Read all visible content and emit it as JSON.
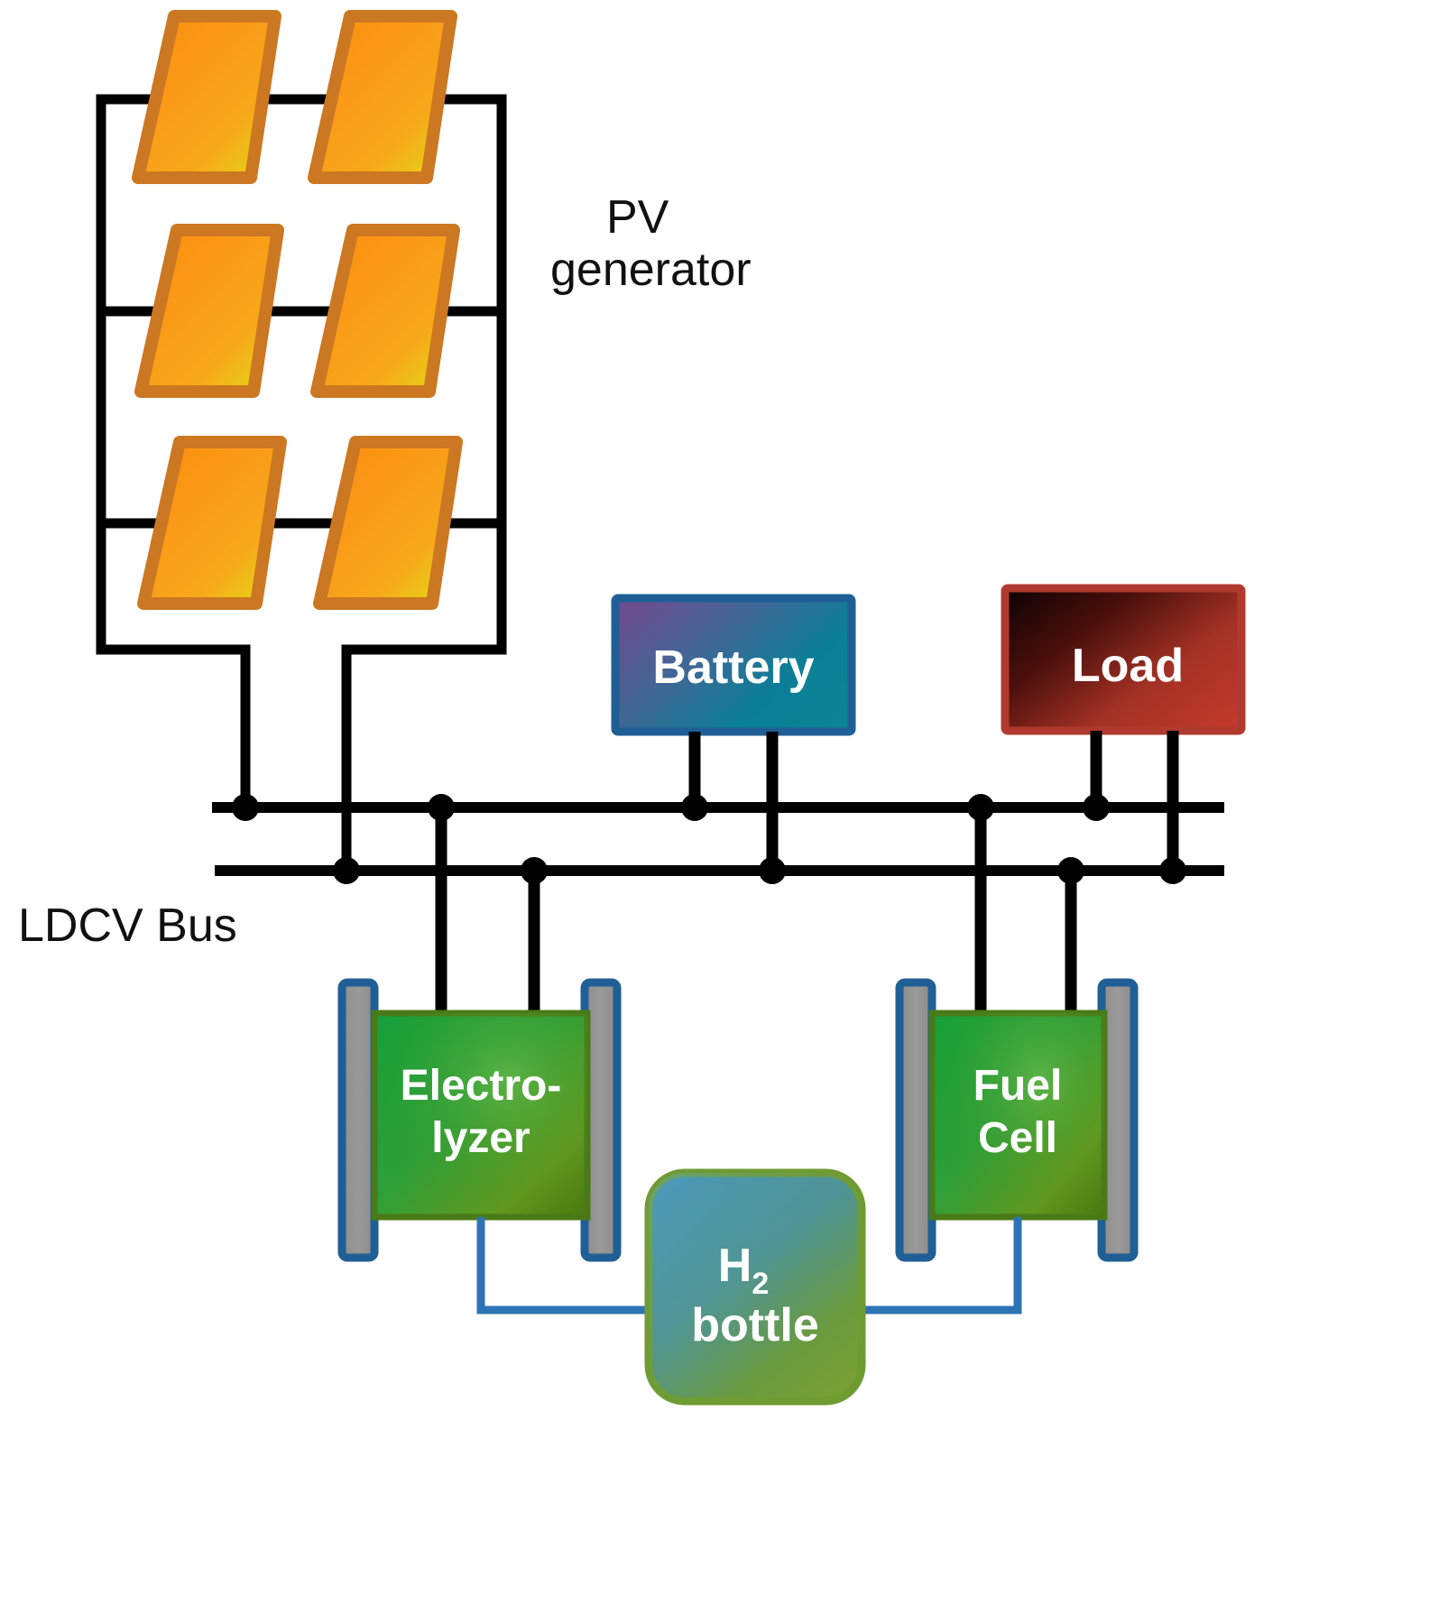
{
  "diagram": {
    "title": "PV hydrogen microgrid single-line diagram",
    "background": "#ffffff"
  },
  "labels": {
    "pv_generator_line1": "PV",
    "pv_generator_line2": "generator",
    "bus": "LDCV Bus",
    "battery": "Battery",
    "load": "Load",
    "electrolyzer_line1": "Electro-",
    "electrolyzer_line2": "lyzer",
    "fuel_cell_line1": "Fuel",
    "fuel_cell_line2": "Cell",
    "h2_bottle_line1_main": "H",
    "h2_bottle_line1_sub": "2",
    "h2_bottle_line2": "bottle"
  },
  "colors": {
    "wire": "#000000",
    "pv_panel_fill_start": "#f59018",
    "pv_panel_fill_mid": "#f79a1b",
    "pv_panel_fill_end": "#e8d21a",
    "pv_panel_border": "#cc7722",
    "battery_fill_start": "#6a4f8f",
    "battery_fill_end": "#0a7f95",
    "battery_border": "#1f5f96",
    "load_fill_start": "#1a0505",
    "load_fill_end": "#c0392b",
    "load_border": "#b03a2e",
    "cell_fill_start": "#14a03c",
    "cell_fill_end": "#4a7a18",
    "cell_border": "#4a7a18",
    "electrode_fill": "#909090",
    "electrode_border": "#1f5f96",
    "h2_fill_start": "#3f8fb5",
    "h2_fill_end": "#6a9a32",
    "h2_border": "#6f9b33",
    "pipe": "#2e74b5",
    "text_dark": "#111111",
    "text_light": "#ffffff"
  },
  "components": [
    {
      "id": "pv-generator",
      "label": "PV generator",
      "type": "source",
      "panels": 6,
      "rows": 3,
      "columns": 2
    },
    {
      "id": "battery",
      "label": "Battery",
      "type": "storage"
    },
    {
      "id": "load",
      "label": "Load",
      "type": "sink"
    },
    {
      "id": "electrolyzer",
      "label": "Electro-lyzer",
      "type": "converter"
    },
    {
      "id": "fuel-cell",
      "label": "Fuel Cell",
      "type": "converter"
    },
    {
      "id": "h2-bottle",
      "label": "H2 bottle",
      "type": "storage"
    },
    {
      "id": "ldcv-bus",
      "label": "LDCV Bus",
      "type": "bus",
      "rails": 2
    }
  ]
}
